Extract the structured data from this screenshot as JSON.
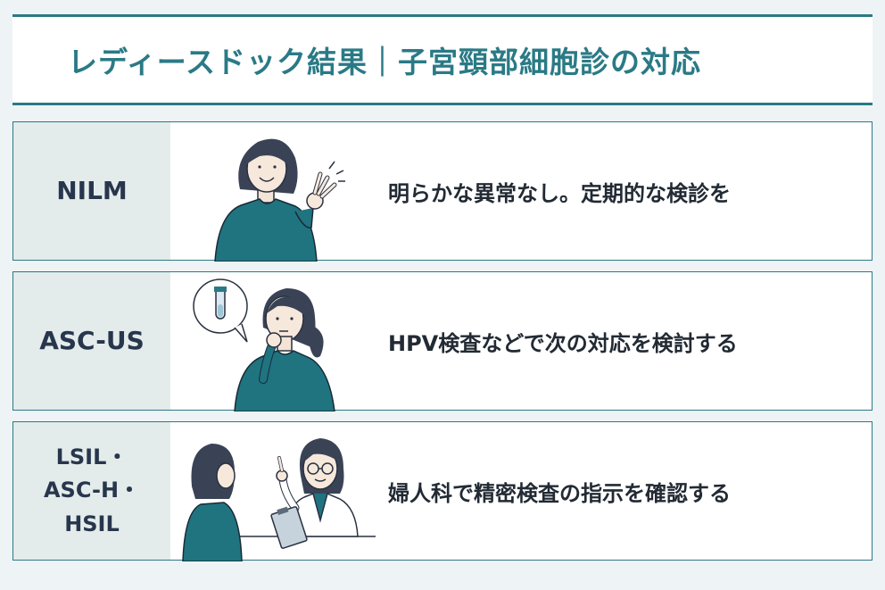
{
  "title": "レディースドック結果｜子宮頸部細胞診の対応",
  "rows": [
    {
      "label_lines": [
        "NILM"
      ],
      "description": "明らかな異常なし。定期的な検診を",
      "illustration": "woman-ok-gesture"
    },
    {
      "label_lines": [
        "ASC-US"
      ],
      "description": "HPV検査などで次の対応を検討する",
      "illustration": "woman-thinking-test-tube"
    },
    {
      "label_lines": [
        "LSIL・",
        "ASC-H・",
        "HSIL"
      ],
      "description": "婦人科で精密検査の指示を確認する",
      "illustration": "doctor-consultation"
    }
  ],
  "colors": {
    "accent": "#2a7a86",
    "label_bg": "#e3eceb",
    "label_text": "#28364d",
    "sweater": "#1f7480",
    "hair": "#3a4356"
  }
}
